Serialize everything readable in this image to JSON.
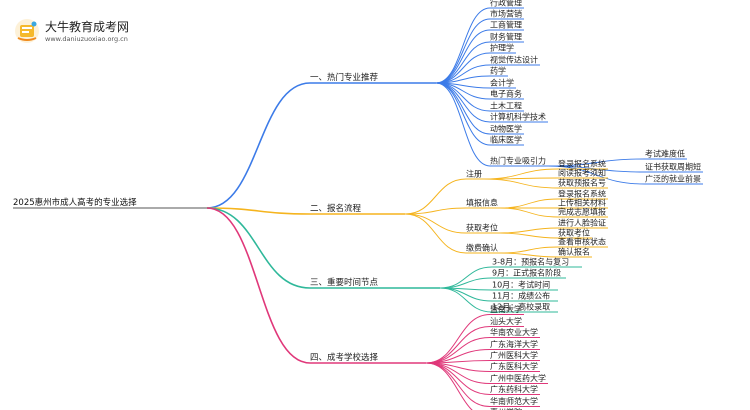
{
  "logo": {
    "title": "大牛教育成考网",
    "url": "www.daniuzuoxiao.org.cn",
    "mark_colors": [
      "#f5b92c",
      "#f08a1c",
      "#3aa7e0"
    ]
  },
  "colors": {
    "branch_1": "#3c7be8",
    "branch_2": "#f5b41e",
    "branch_3": "#2fb89a",
    "branch_4": "#e0387a"
  },
  "mindmap": {
    "root": "2025惠州市成人高考的专业选择",
    "branches": [
      {
        "label": "一、热门专业推荐",
        "children": [
          {
            "label": "行政管理"
          },
          {
            "label": "市场营销"
          },
          {
            "label": "工商管理"
          },
          {
            "label": "财务管理"
          },
          {
            "label": "护理学"
          },
          {
            "label": "视觉传达设计"
          },
          {
            "label": "药学"
          },
          {
            "label": "会计学"
          },
          {
            "label": "电子商务"
          },
          {
            "label": "土木工程"
          },
          {
            "label": "计算机科学技术"
          },
          {
            "label": "动物医学"
          },
          {
            "label": "临床医学"
          },
          {
            "label": "热门专业吸引力",
            "children": [
              "考试难度低",
              "证书获取周期短",
              "广泛的就业前景"
            ]
          }
        ]
      },
      {
        "label": "二、报名流程",
        "children": [
          {
            "label": "注册",
            "children": [
              "登录报名系统",
              "阅读报考须知",
              "获取预报名号"
            ]
          },
          {
            "label": "填报信息",
            "children": [
              "登录报名系统",
              "上传相关材料",
              "完成志愿填报"
            ]
          },
          {
            "label": "获取考位",
            "children": [
              "进行人脸验证",
              "获取考位"
            ]
          },
          {
            "label": "缴费确认",
            "children": [
              "查看审核状态",
              "确认报名"
            ]
          }
        ]
      },
      {
        "label": "三、重要时间节点",
        "children": [
          {
            "label": "3-8月：预报名与复习"
          },
          {
            "label": "9月：正式报名阶段"
          },
          {
            "label": "10月：考试时间"
          },
          {
            "label": "11月：成绩公布"
          },
          {
            "label": "12月：高校录取"
          }
        ]
      },
      {
        "label": "四、成考学校选择",
        "children": [
          {
            "label": "暨南大学"
          },
          {
            "label": "汕头大学"
          },
          {
            "label": "华南农业大学"
          },
          {
            "label": "广东海洋大学"
          },
          {
            "label": "广州医科大学"
          },
          {
            "label": "广东医科大学"
          },
          {
            "label": "广州中医药大学"
          },
          {
            "label": "广东药科大学"
          },
          {
            "label": "华南师范大学"
          },
          {
            "label": "惠州学院"
          }
        ]
      }
    ]
  }
}
